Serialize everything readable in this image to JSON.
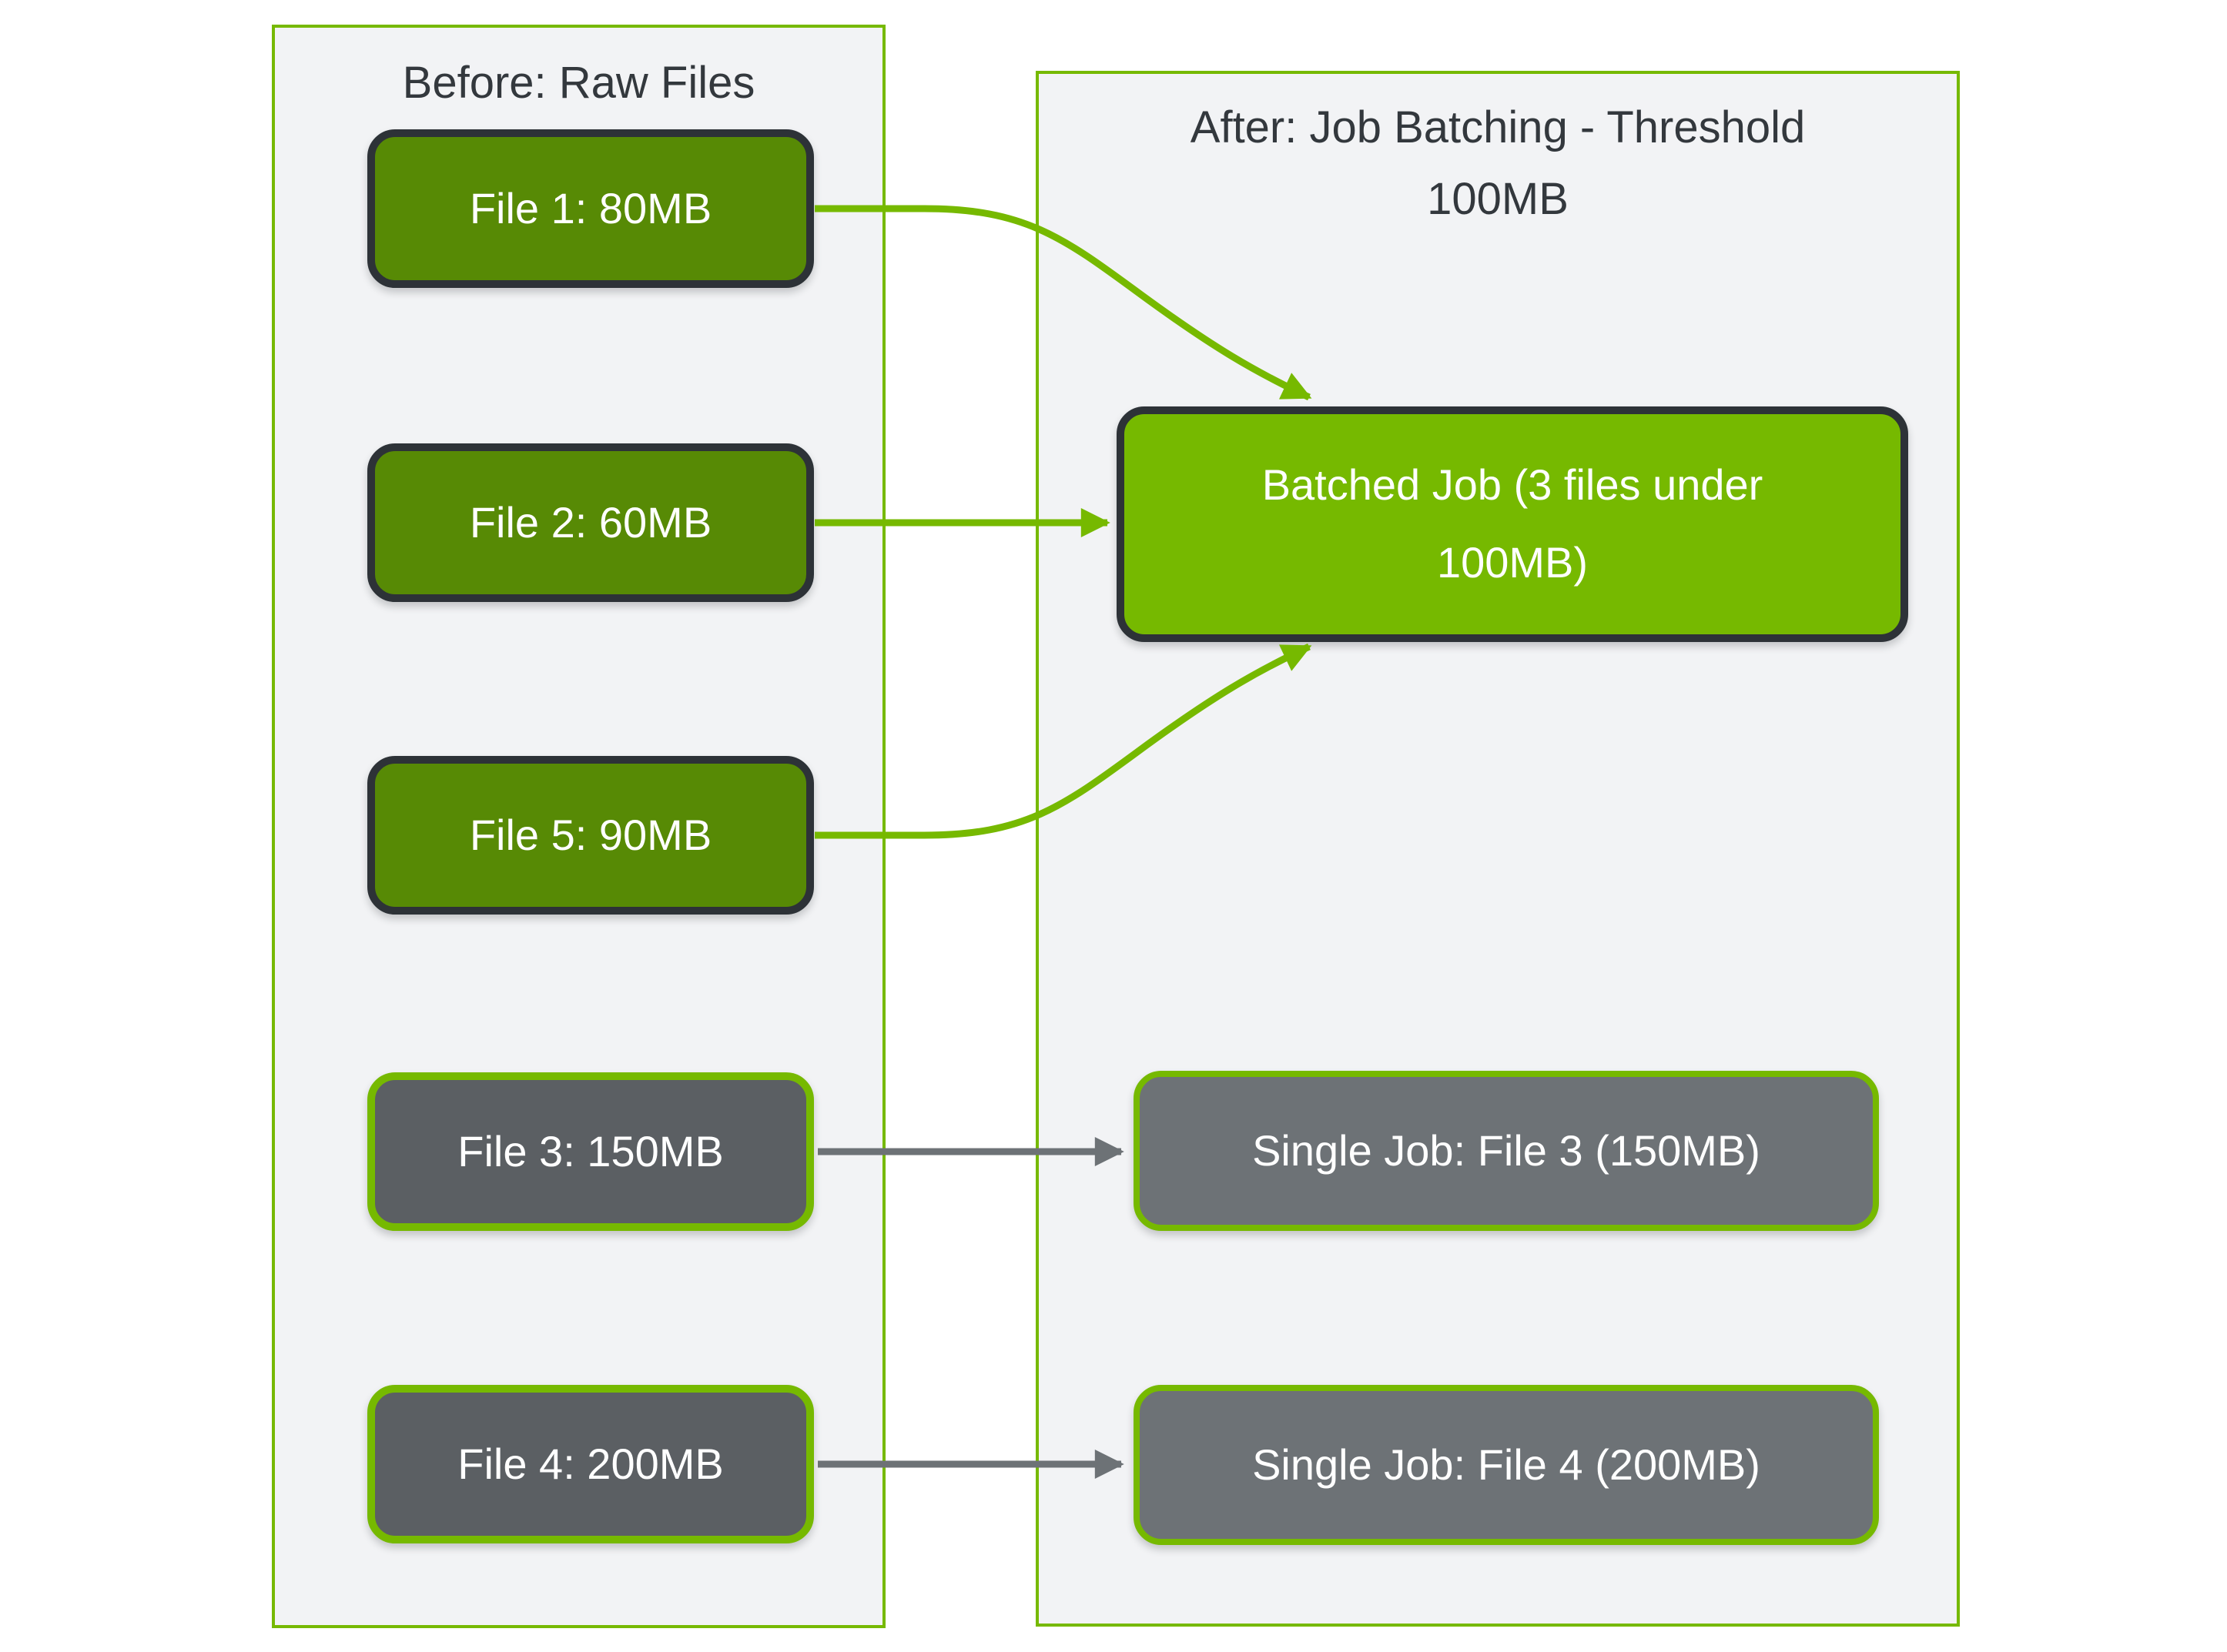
{
  "diagram": {
    "before_panel": {
      "title": "Before: Raw Files"
    },
    "after_panel": {
      "title": "After: Job Batching - Threshold 100MB",
      "threshold_mb": 100
    },
    "nodes": {
      "file_1": {
        "label": "File 1: 80MB",
        "size_mb": 80,
        "category": "under-threshold"
      },
      "file_2": {
        "label": "File 2: 60MB",
        "size_mb": 60,
        "category": "under-threshold"
      },
      "file_5": {
        "label": "File 5: 90MB",
        "size_mb": 90,
        "category": "under-threshold"
      },
      "file_3": {
        "label": "File 3: 150MB",
        "size_mb": 150,
        "category": "over-threshold"
      },
      "file_4": {
        "label": "File 4: 200MB",
        "size_mb": 200,
        "category": "over-threshold"
      },
      "batched_job": {
        "label": "Batched Job (3 files under 100MB)",
        "type": "batched"
      },
      "single_job_file_3": {
        "label": "Single Job: File 3 (150MB)",
        "type": "single"
      },
      "single_job_file_4": {
        "label": "Single Job: File 4 (200MB)",
        "type": "single"
      }
    },
    "edges": [
      {
        "from": "file_1",
        "to": "batched_job",
        "color": "green"
      },
      {
        "from": "file_2",
        "to": "batched_job",
        "color": "green"
      },
      {
        "from": "file_5",
        "to": "batched_job",
        "color": "green"
      },
      {
        "from": "file_3",
        "to": "single_job_file_3",
        "color": "gray"
      },
      {
        "from": "file_4",
        "to": "single_job_file_4",
        "color": "gray"
      }
    ],
    "colors": {
      "nvidia_green": "#76b900",
      "olive_green": "#578a05",
      "charcoal_border": "#2d3237",
      "dark_gray_node": "#5b5f63",
      "medium_gray_node": "#6d7276",
      "panel_background": "#f2f3f5",
      "title_text": "#33383d",
      "node_text": "#ffffff",
      "page_background": "#ffffff"
    }
  }
}
